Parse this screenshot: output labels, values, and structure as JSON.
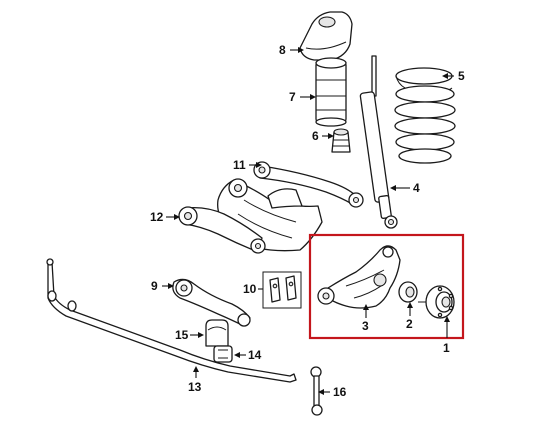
{
  "highlight_color": "#c4161c",
  "ink_color": "#111111",
  "callouts": [
    {
      "id": "1",
      "label": "1"
    },
    {
      "id": "2",
      "label": "2"
    },
    {
      "id": "3",
      "label": "3"
    },
    {
      "id": "4",
      "label": "4"
    },
    {
      "id": "5",
      "label": "5"
    },
    {
      "id": "6",
      "label": "6"
    },
    {
      "id": "7",
      "label": "7"
    },
    {
      "id": "8",
      "label": "8"
    },
    {
      "id": "9",
      "label": "9"
    },
    {
      "id": "10",
      "label": "10"
    },
    {
      "id": "11",
      "label": "11"
    },
    {
      "id": "12",
      "label": "12"
    },
    {
      "id": "13",
      "label": "13"
    },
    {
      "id": "14",
      "label": "14"
    },
    {
      "id": "15",
      "label": "15"
    },
    {
      "id": "16",
      "label": "16"
    }
  ]
}
